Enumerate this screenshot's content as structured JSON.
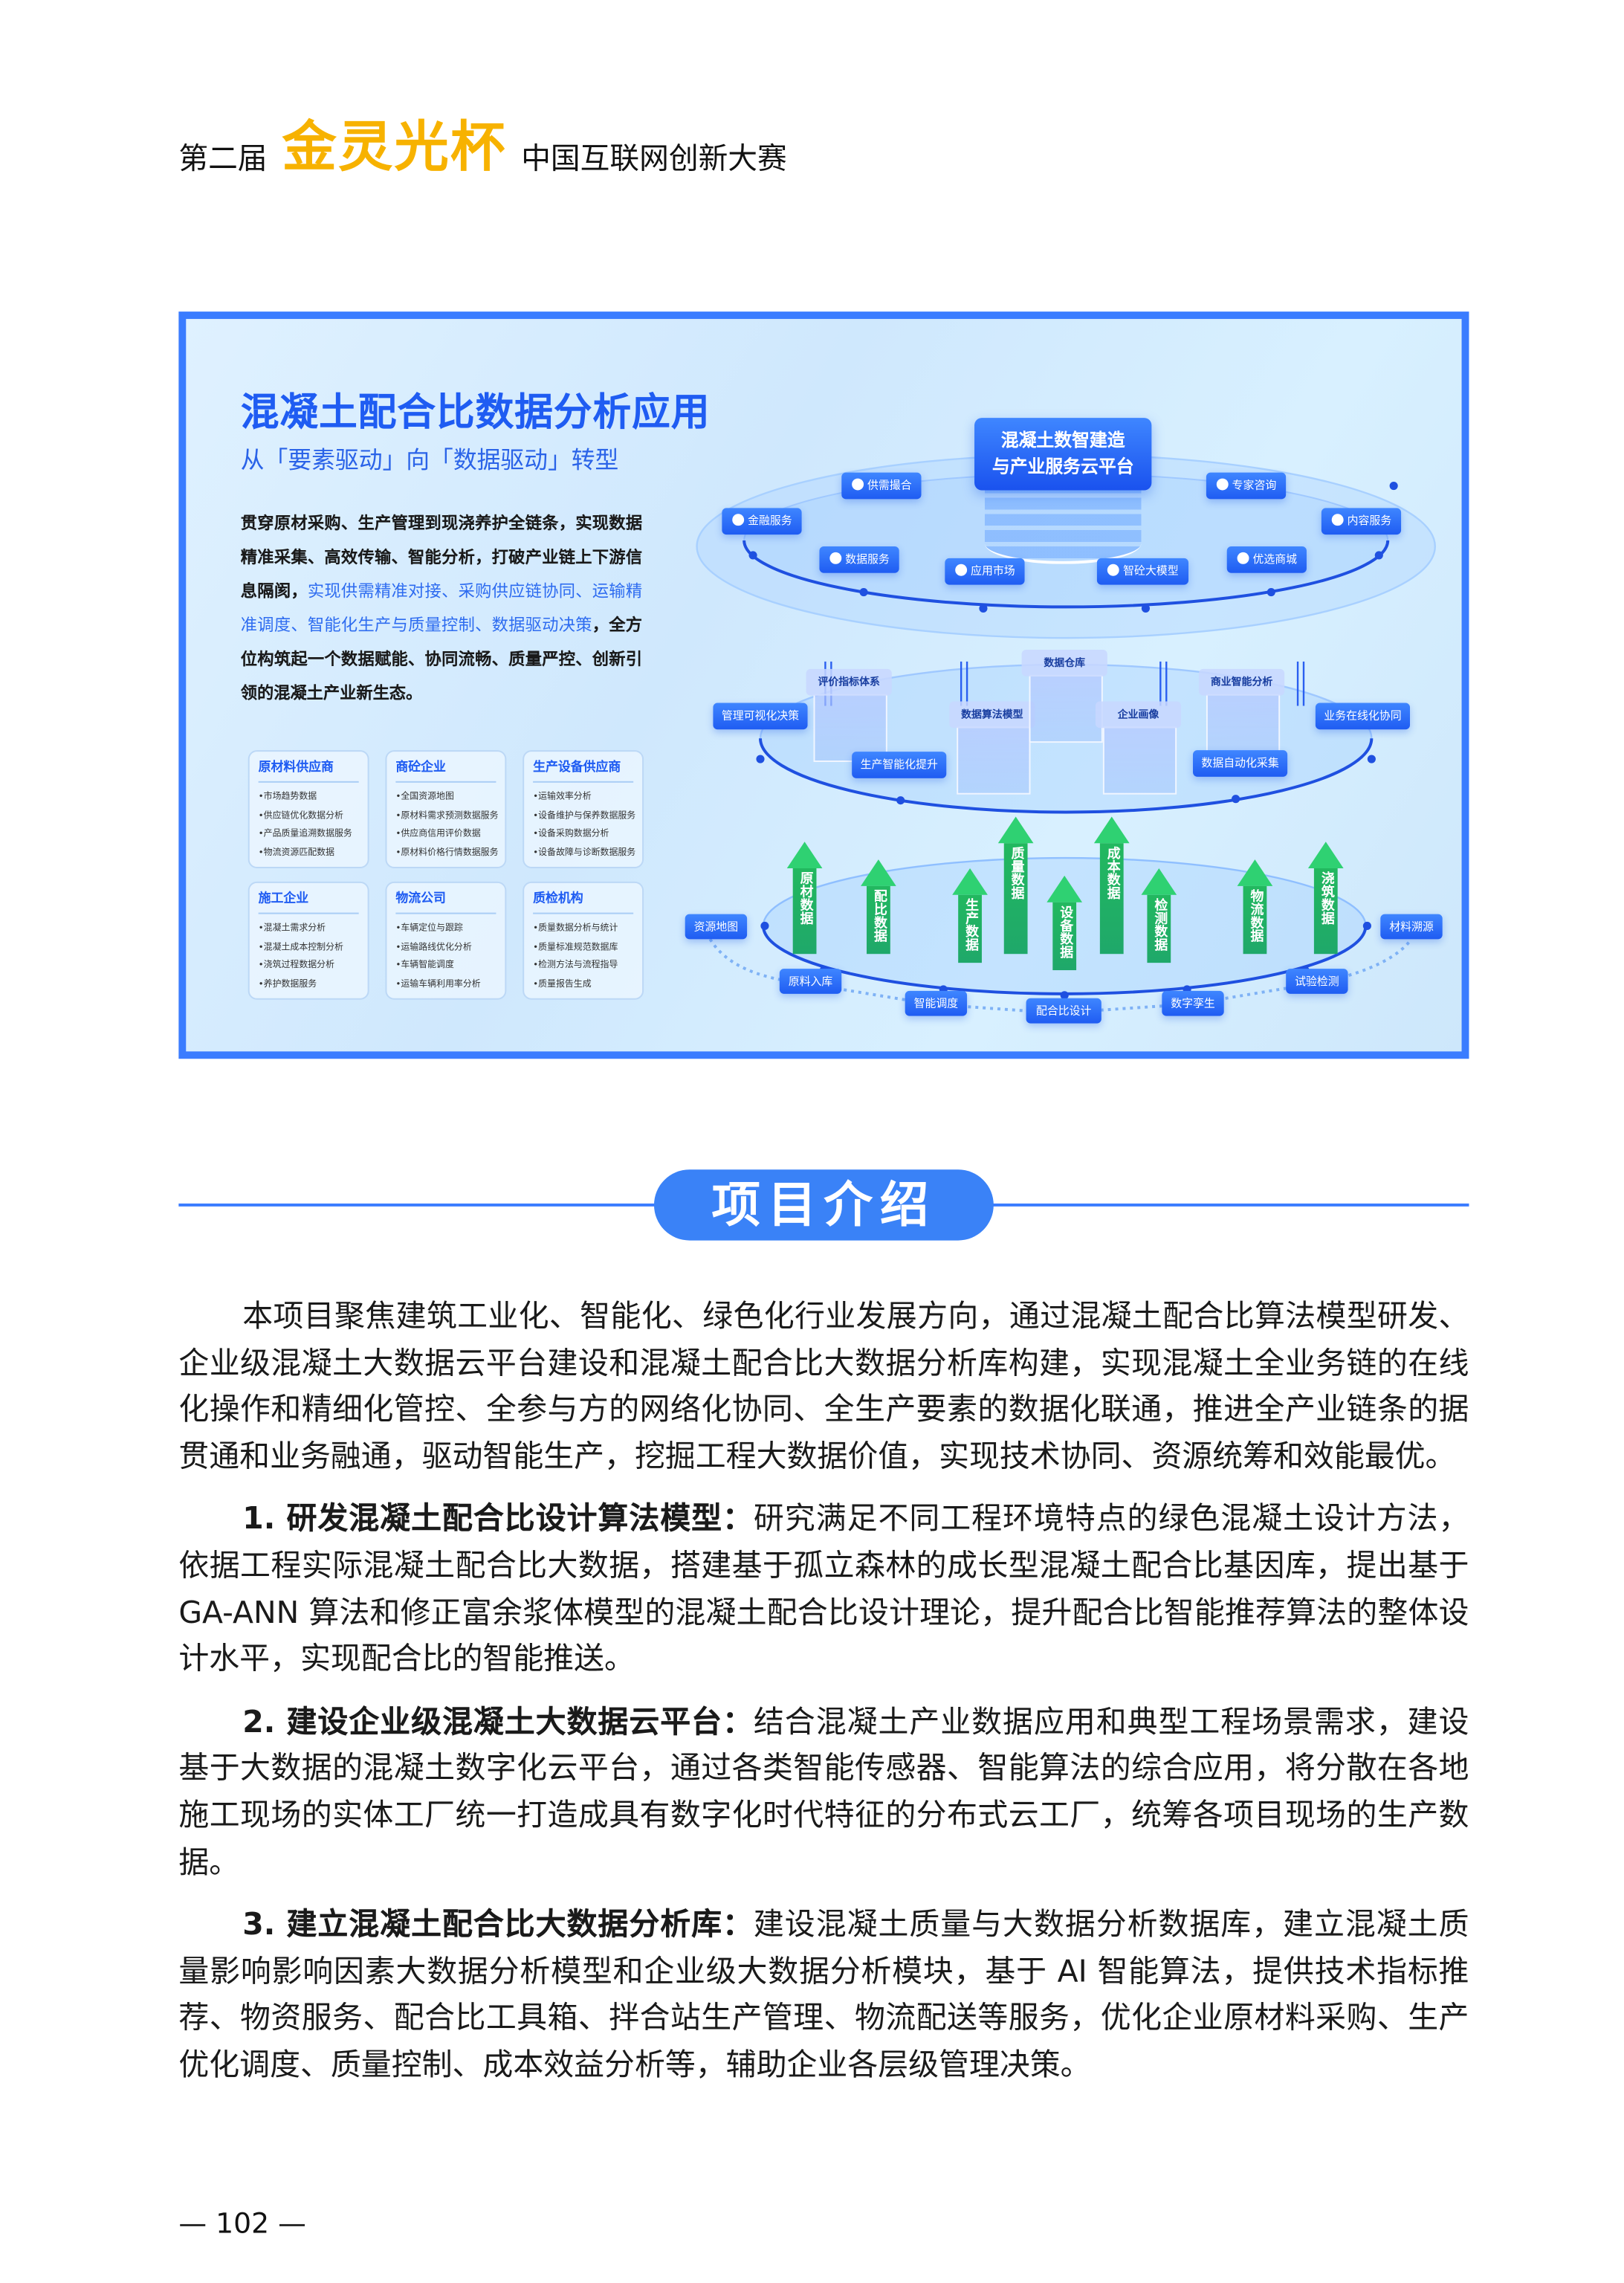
{
  "header": {
    "edition": "第二届",
    "brand": "金灵光杯",
    "event": "中国互联网创新大赛",
    "brand_color": "#f7b200"
  },
  "infographic": {
    "title": "混凝土配合比数据分析应用",
    "subtitle": "从「要素驱动」向「数据驱动」转型",
    "intro_pre": "贯穿原材采购、生产管理到现浇养护全链条，实现数据精准采集、高效传输、智能分析，打破产业链上下游信息隔阂，",
    "intro_highlight": "实现供需精准对接、采购供应链协同、运输精准调度、智能化生产与质量控制、数据驱动决策",
    "intro_post": "，全方位构筑起一个数据赋能、协同流畅、质量严控、创新引领的混凝土产业新生态。",
    "cards": [
      {
        "title": "原材料供应商",
        "items": [
          "•市场趋势数据",
          "•供应链优化数据分析",
          "•产品质量追溯数据服务",
          "•物流资源匹配数据"
        ]
      },
      {
        "title": "商砼企业",
        "items": [
          "•全国资源地图",
          "•原材料需求预测数据服务",
          "•供应商信用评价数据",
          "•原材料价格行情数据服务"
        ]
      },
      {
        "title": "生产设备供应商",
        "items": [
          "•运输效率分析",
          "•设备维护与保养数据服务",
          "•设备采购数据分析",
          "•设备故障与诊断数据服务"
        ]
      },
      {
        "title": "施工企业",
        "items": [
          "•混凝土需求分析",
          "•混凝土成本控制分析",
          "•浇筑过程数据分析",
          "•养护数据服务"
        ]
      },
      {
        "title": "物流公司",
        "items": [
          "•车辆定位与跟踪",
          "•运输路线优化分析",
          "•车辆智能调度",
          "•运输车辆利用率分析"
        ]
      },
      {
        "title": "质检机构",
        "items": [
          "•质量数据分析与统计",
          "•质量标准规范数据库",
          "•检测方法与流程指导",
          "•质量报告生成"
        ]
      }
    ],
    "platform": {
      "line1": "混凝土数智建造",
      "line2": "与产业服务云平台"
    },
    "services": [
      {
        "label": "供需撮合",
        "icon": "people-icon"
      },
      {
        "label": "金融服务",
        "icon": "coin-icon"
      },
      {
        "label": "数据服务",
        "icon": "cloud-icon"
      },
      {
        "label": "应用市场",
        "icon": "box-icon"
      },
      {
        "label": "智砼大模型",
        "icon": "ai-icon"
      },
      {
        "label": "优选商城",
        "icon": "cart-icon"
      },
      {
        "label": "专家咨询",
        "icon": "chat-icon"
      },
      {
        "label": "内容服务",
        "icon": "document-icon"
      }
    ],
    "middle_pills": [
      "管理可视化决策",
      "业务在线化协同",
      "生产智能化提升",
      "数据自动化采集"
    ],
    "cubes": [
      "评价指标体系",
      "数据算法模型",
      "数据仓库",
      "企业画像",
      "商业智能分析"
    ],
    "data_arrows": [
      "原材数据",
      "配比数据",
      "生产数据",
      "质量数据",
      "设备数据",
      "成本数据",
      "检测数据",
      "物流数据",
      "浇筑数据"
    ],
    "flow_steps": [
      "资源地图",
      "原料入库",
      "智能调度",
      "配合比设计",
      "数字孪生",
      "试验检测",
      "材料溯源"
    ],
    "colors": {
      "frame": "#3a7cff",
      "pill": "#1f5cf2",
      "arrow": "#46e58a"
    }
  },
  "section": {
    "title": "项目介绍"
  },
  "body": {
    "p1": "本项目聚焦建筑工业化、智能化、绿色化行业发展方向，通过混凝土配合比算法模型研发、企业级混凝土大数据云平台建设和混凝土配合比大数据分析库构建，实现混凝土全业务链的在线化操作和精细化管控、全参与方的网络化协同、全生产要素的数据化联通，推进全产业链条的据贯通和业务融通，驱动智能生产，挖掘工程大数据价值，实现技术协同、资源统筹和效能最优。",
    "p2_head": "1. 研发混凝土配合比设计算法模型：",
    "p2": "研究满足不同工程环境特点的绿色混凝土设计方法，依据工程实际混凝土配合比大数据，搭建基于孤立森林的成长型混凝土配合比基因库，提出基于GA-ANN 算法和修正富余浆体模型的混凝土配合比设计理论，提升配合比智能推荐算法的整体设计水平，实现配合比的智能推送。",
    "p3_head": "2. 建设企业级混凝土大数据云平台：",
    "p3": "结合混凝土产业数据应用和典型工程场景需求，建设基于大数据的混凝土数字化云平台，通过各类智能传感器、智能算法的综合应用，将分散在各地施工现场的实体工厂统一打造成具有数字化时代特征的分布式云工厂，统筹各项目现场的生产数据。",
    "p4_head": "3. 建立混凝土配合比大数据分析库：",
    "p4": "建设混凝土质量与大数据分析数据库，建立混凝土质量影响影响因素大数据分析模型和企业级大数据分析模块，基于 AI 智能算法，提供技术指标推荐、物资服务、配合比工具箱、拌合站生产管理、物流配送等服务，优化企业原材料采购、生产优化调度、质量控制、成本效益分析等，辅助企业各层级管理决策。"
  },
  "footer": {
    "page_number": "— 102 —"
  }
}
